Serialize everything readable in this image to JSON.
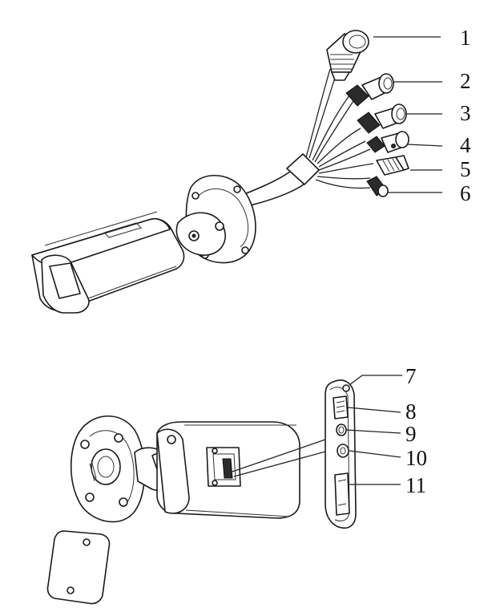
{
  "callouts": [
    {
      "num": "1"
    },
    {
      "num": "2"
    },
    {
      "num": "3"
    },
    {
      "num": "4"
    },
    {
      "num": "5"
    },
    {
      "num": "6"
    },
    {
      "num": "7"
    },
    {
      "num": "8"
    },
    {
      "num": "9"
    },
    {
      "num": "10"
    },
    {
      "num": "11"
    }
  ],
  "colors": {
    "line": "#1a1a1a",
    "fill": "#ffffff",
    "connector_dark": "#2b2b2b"
  }
}
